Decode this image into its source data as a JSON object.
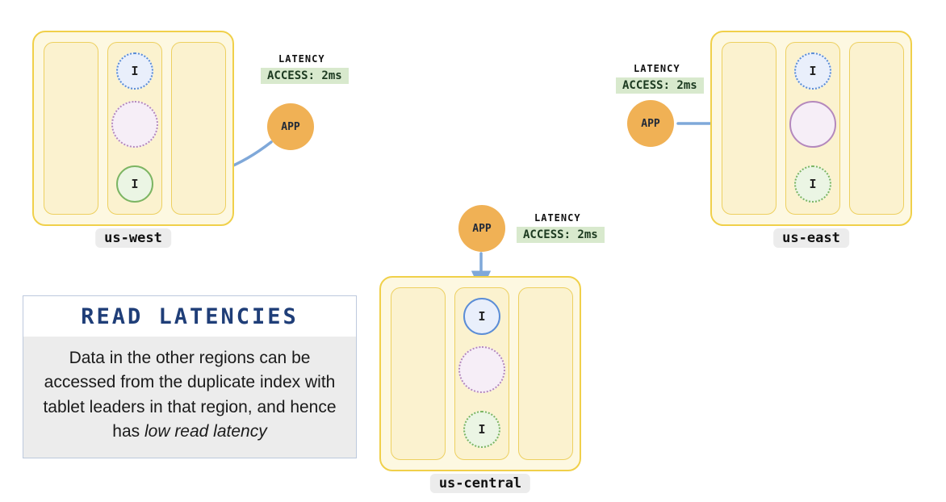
{
  "palette": {
    "region_fill": "#fdf8e1",
    "region_border": "#f0d04a",
    "blue_fill": "#e9effb",
    "blue_border": "#5b8dd6",
    "purple_fill": "#f6eef7",
    "purple_border": "#b488bd",
    "green_fill": "#ebf5e4",
    "green_border": "#7cb563",
    "app_fill": "#f0b155",
    "arrow_color": "#7fa8d9",
    "access_badge_bg": "#d8e9cd",
    "title_color": "#1f3e78"
  },
  "regions": [
    {
      "label": "us-west",
      "nodes": [
        {
          "label": "I",
          "color": "blue",
          "border": "dotted"
        },
        {
          "label": "",
          "color": "purple",
          "border": "dotted"
        },
        {
          "label": "I",
          "color": "green",
          "border": "solid"
        }
      ]
    },
    {
      "label": "us-east",
      "nodes": [
        {
          "label": "I",
          "color": "blue",
          "border": "dotted"
        },
        {
          "label": "",
          "color": "purple",
          "border": "solid"
        },
        {
          "label": "I",
          "color": "green",
          "border": "dotted"
        }
      ]
    },
    {
      "label": "us-central",
      "nodes": [
        {
          "label": "I",
          "color": "blue",
          "border": "solid"
        },
        {
          "label": "",
          "color": "purple",
          "border": "dotted"
        },
        {
          "label": "I",
          "color": "green",
          "border": "dotted"
        }
      ]
    }
  ],
  "app_label": "APP",
  "latency": {
    "title": "LATENCY",
    "access": "ACCESS: 2ms"
  },
  "info_box": {
    "title": "READ LATENCIES",
    "body": "Data in the other regions can be accessed from the duplicate index with tablet leaders in that region, and hence has ",
    "body_italic": "low read latency"
  }
}
